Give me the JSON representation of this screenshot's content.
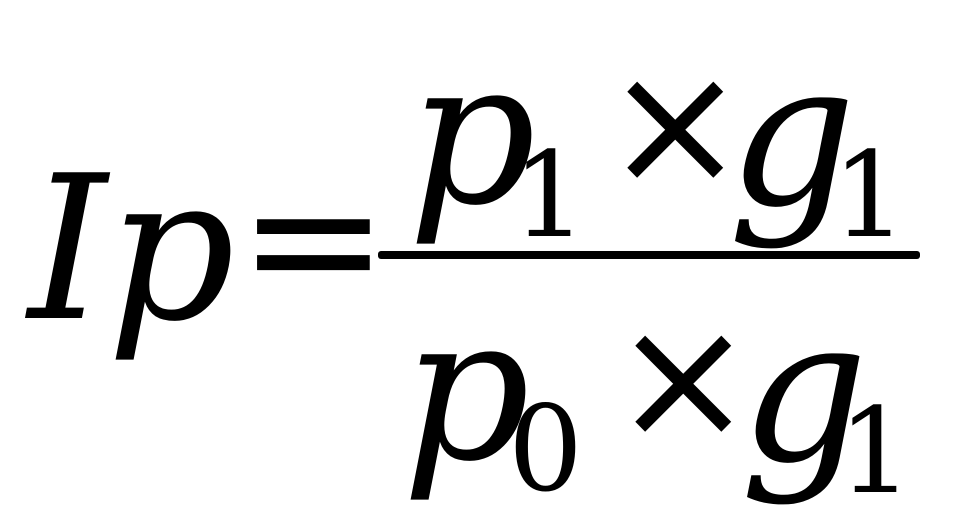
{
  "formula": {
    "lhs": "Ip",
    "equals": "=",
    "numerator": {
      "p": "p",
      "p_sub": "1",
      "times": "×",
      "g": "g",
      "g_sub": "1"
    },
    "denominator": {
      "p": "p",
      "p_sub": "0",
      "times": "×",
      "g": "g",
      "g_sub": "1"
    }
  }
}
